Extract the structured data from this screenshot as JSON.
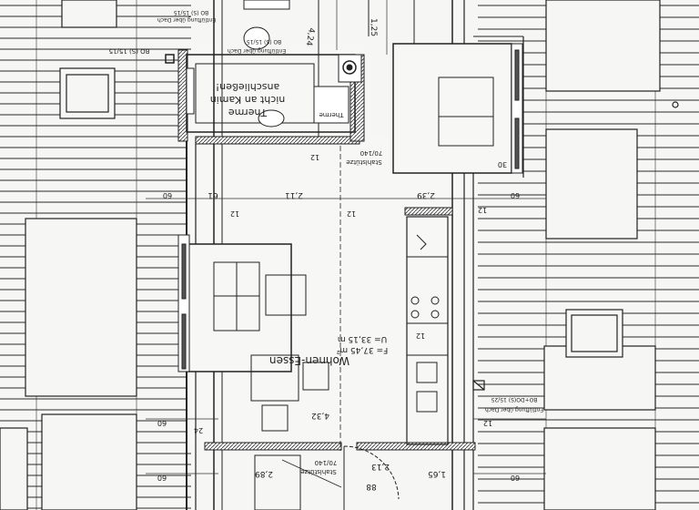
{
  "rooms": {
    "living": {
      "name": "Wohnen-Essen",
      "area": "F= 37,45 m²",
      "perimeter": "U= 33,15 m"
    }
  },
  "bath_notes": {
    "line1": "Therme",
    "line2": "nicht an Kamin",
    "line3": "anschließen!",
    "therme_label": "Therme"
  },
  "vents": {
    "top_label": "Entlüftung über Dach",
    "top_size": "BO (S) 15/15",
    "top_left_size": "BO (S) 15/15",
    "mid_label": "Entlüftung über Dach",
    "mid_size": "BO (S) 15/15",
    "right_label": "Entlüftung über Dach",
    "right_size": "BO+DO(S) 15/25"
  },
  "structure": {
    "column_top": "Stahlstütze",
    "column_top_size": "70/140",
    "column_bottom": "Stahlstütze",
    "column_bottom_size": "70/140"
  },
  "dimensions": {
    "d_4_24": "4,24",
    "d_1_25": "1,25",
    "d_2_11": "2,11",
    "d_2_39": "2,39",
    "d_61": "61",
    "d_60_left": "60",
    "d_60_right": "60",
    "d_12_a": "12",
    "d_12_b": "12",
    "d_12_c": "12",
    "d_12_d": "12",
    "d_12_e": "12",
    "d_30": "30",
    "d_4_32": "4,32",
    "d_2_89": "2,89",
    "d_2_13": "2,13",
    "d_1_65": "1,65",
    "d_88": "88",
    "d_24": "24",
    "d_60_low_left": "60",
    "d_60_low_right": "60",
    "d_60_mid_left": "60",
    "d_12_f": "12"
  }
}
